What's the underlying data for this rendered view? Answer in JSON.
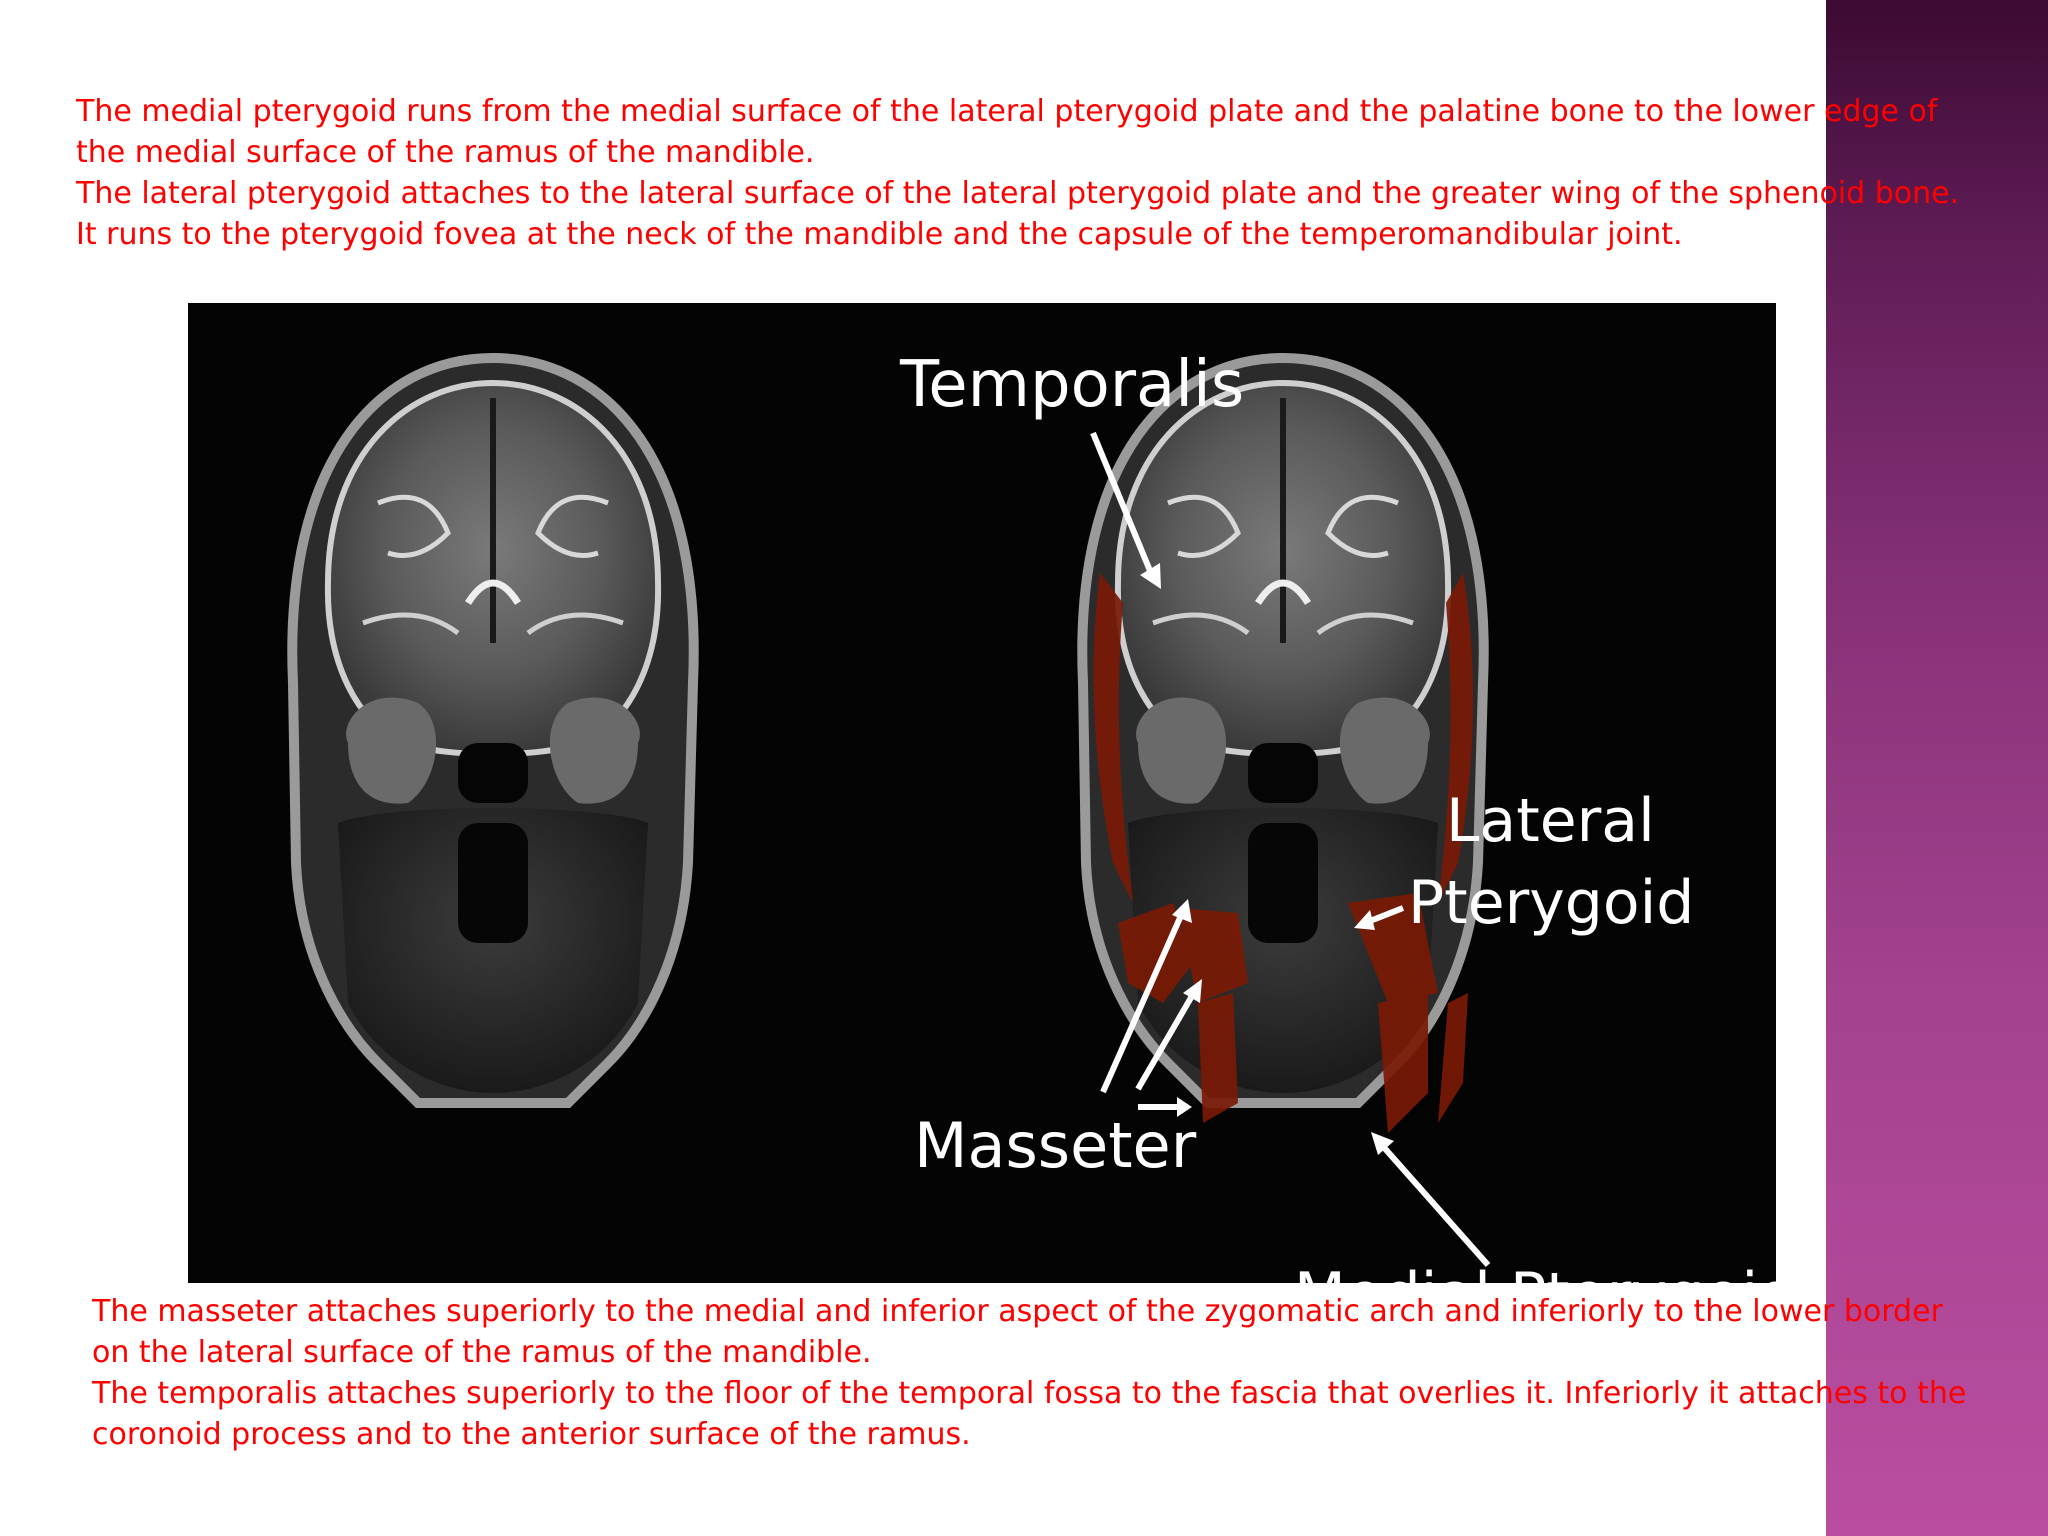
{
  "slide": {
    "top_paragraph": [
      "The medial pterygoid runs from the medial surface of the lateral pterygoid plate and the palatine bone to the lower edge of",
      "the medial surface of the ramus of the mandible.",
      "The lateral pterygoid attaches to the lateral surface of the lateral pterygoid plate and the greater wing of the sphenoid bone.",
      "It runs to the pterygoid fovea at the neck of the mandible and the capsule of the temperomandibular joint."
    ],
    "bottom_paragraph": [
      "The masseter attaches superiorly to the medial and inferior aspect of the zygomatic arch and inferiorly to the lower border",
      "on the lateral surface of the ramus of the mandible.",
      "The temporalis attaches superiorly to the floor of the temporal fossa to the fascia that overlies it. Inferiorly it attaches to the",
      "coronoid process and to the anterior surface of the ramus."
    ]
  },
  "figure": {
    "labels": {
      "temporalis": "Temporalis",
      "lateral_line1": "Lateral",
      "lateral_line2": "Pterygoid",
      "masseter": "Masseter",
      "medial_partial": "Medial Pterygoid"
    }
  },
  "colors": {
    "body_text": "#ff0000",
    "muscle_overlay": "#7a1a05",
    "label_text": "#ffffff",
    "side_band": "#a4428f"
  }
}
